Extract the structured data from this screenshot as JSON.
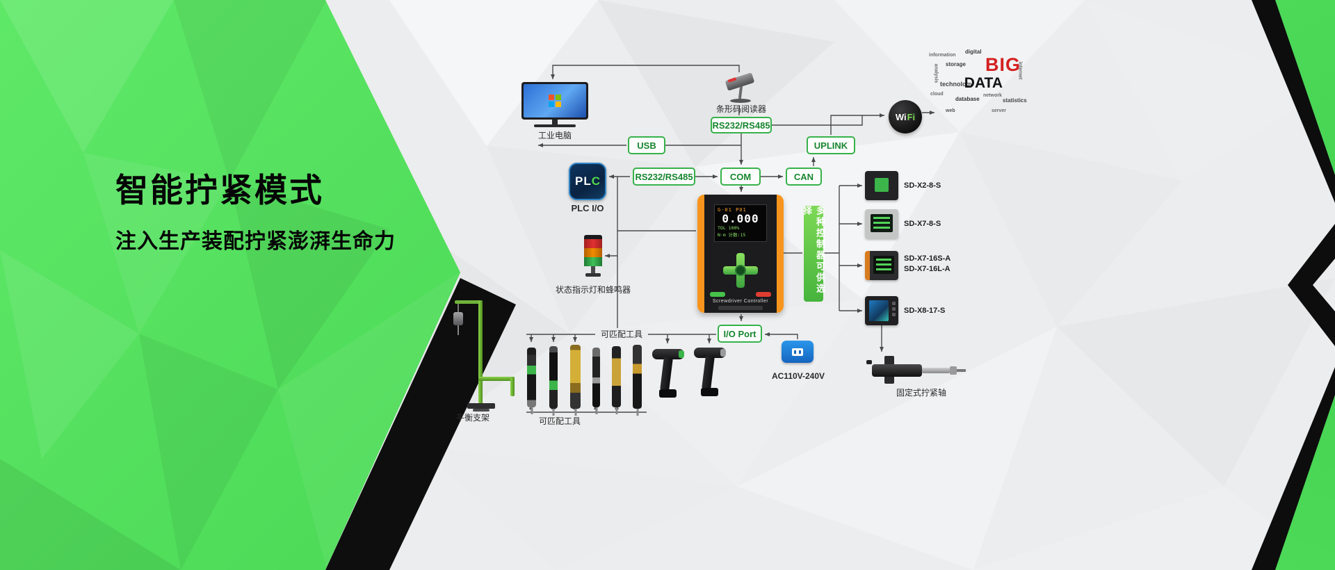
{
  "hero": {
    "title": "智能拧紧模式",
    "subtitle": "注入生产装配拧紧澎湃生命力"
  },
  "diagram": {
    "industrial_pc_label": "工业电脑",
    "barcode_label": "条形码阅读器",
    "barcode_port": "RS232/RS485",
    "wifi_wi": "Wi",
    "wifi_fi": "Fi",
    "bigdata": {
      "big": "BIG",
      "data": "DATA",
      "words": [
        "information",
        "storage",
        "analysis",
        "technology",
        "cloud",
        "database",
        "network",
        "statistics",
        "internet",
        "digital",
        "server",
        "web"
      ]
    },
    "ports": {
      "usb": "USB",
      "rs232": "RS232/RS485",
      "com": "COM",
      "can": "CAN",
      "uplink": "UPLINK",
      "io": "I/O Port"
    },
    "plc_text_1": "PL",
    "plc_text_2": "C",
    "plc_label": "PLC I/O",
    "tower_label": "状态指示灯和蜂鸣器",
    "controller": {
      "screen_row1": "G-01   P01",
      "screen_value": "0.000",
      "screen_row3": "TOL 100%",
      "screen_row4": "N·m  计数:15",
      "caption": "Screwdriver Controller"
    },
    "selector_label": "多种控制器可供选择",
    "models": [
      {
        "name": "SD-X2-8-S"
      },
      {
        "name": "SD-X7-8-S"
      },
      {
        "name": "SD-X7-16S-A",
        "name2": "SD-X7-16L-A"
      },
      {
        "name": "SD-X8-17-S"
      }
    ],
    "power_label": "AC110V-240V",
    "tools_label_top": "可匹配工具",
    "tools_label_bottom": "可匹配工具",
    "stand_label": "平衡支架",
    "axis_label": "固定式拧紧轴"
  },
  "colors": {
    "brand_green": "#4ad955",
    "line": "#4a4a4a",
    "box_border": "#36b24a",
    "accent_orange": "#f7941d",
    "power_blue": "#1e88e5",
    "bigdata_red": "#d42020"
  }
}
